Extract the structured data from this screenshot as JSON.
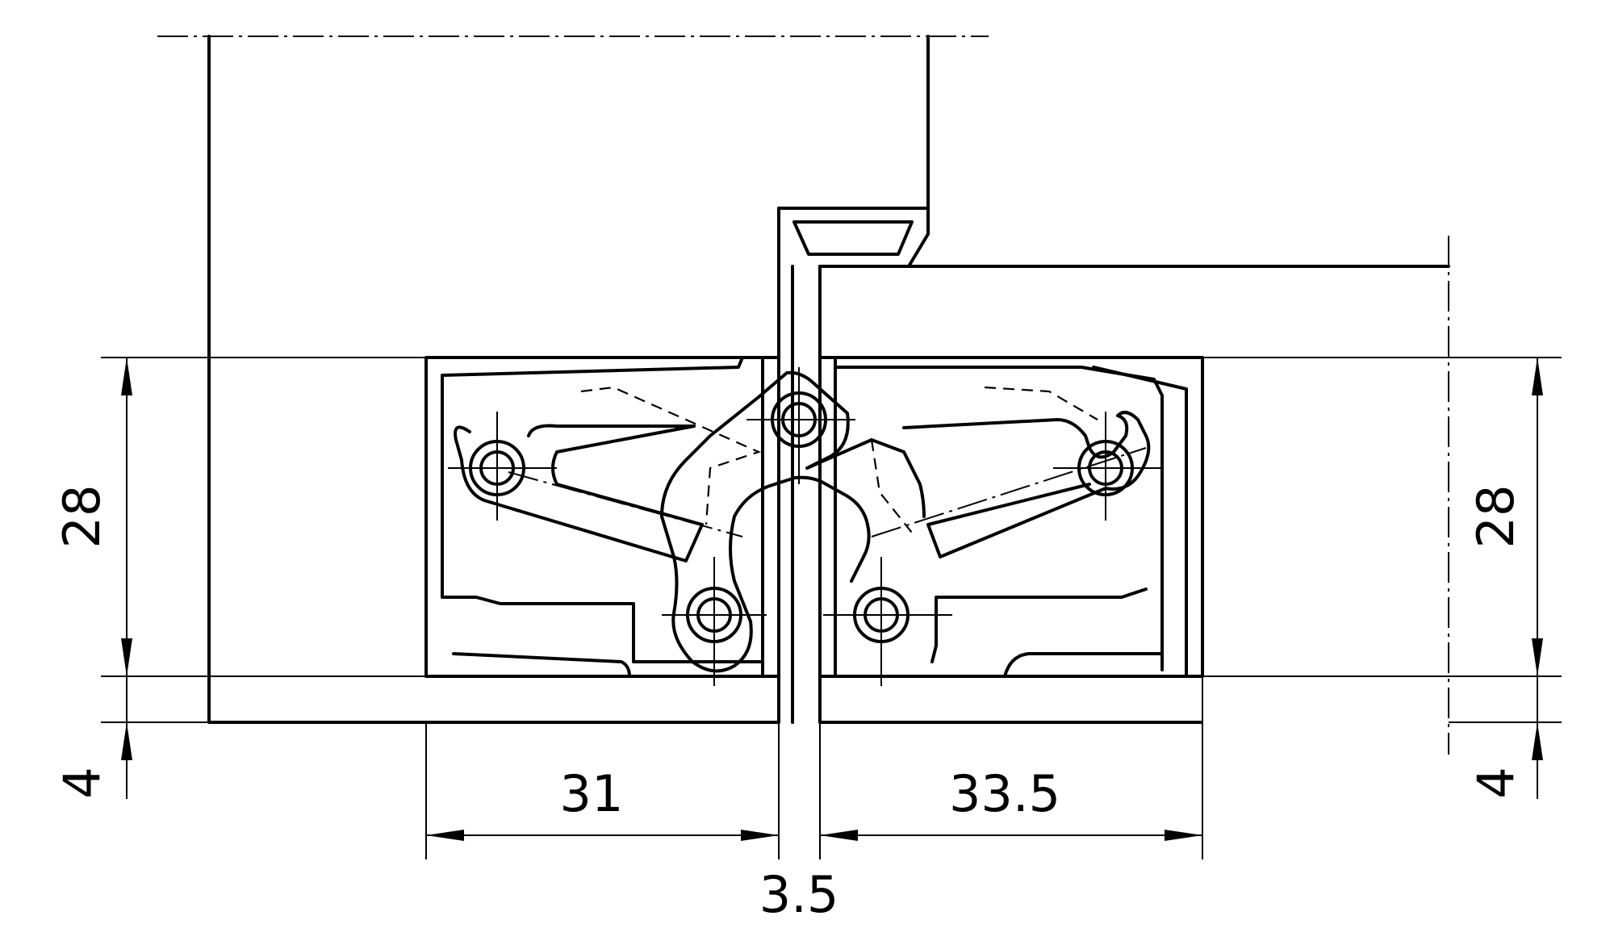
{
  "dimensions": {
    "height_left": "28",
    "height_right": "28",
    "offset_left": "4",
    "offset_right": "4",
    "width_left": "31",
    "width_right": "33.5",
    "gap": "3.5"
  },
  "colors": {
    "line": "#000000",
    "background": "#ffffff"
  }
}
